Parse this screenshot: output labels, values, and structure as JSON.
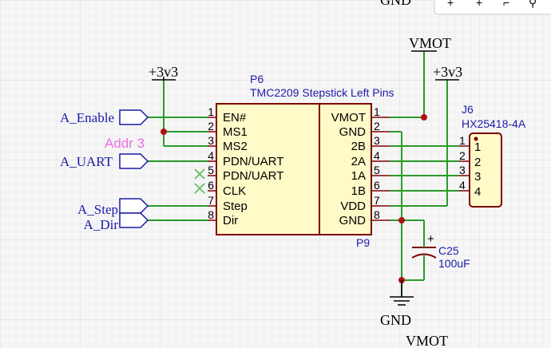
{
  "power": {
    "v3v3_left": "+3v3",
    "v3v3_right": "+3v3",
    "vmot_top": "VMOT",
    "vmot_bottom": "VMOT",
    "gnd_bottom": "GND",
    "gnd_top": "GND"
  },
  "nets": {
    "a_enable": "A_Enable",
    "a_uart": "A_UART",
    "a_step": "A_Step",
    "a_dir": "A_Dir"
  },
  "note": {
    "addr": "Addr 3"
  },
  "u_left": {
    "ref": "P6",
    "value": "TMC2209 Stepstick Left Pins",
    "pins": [
      {
        "num": "1",
        "name": "EN#"
      },
      {
        "num": "2",
        "name": "MS1"
      },
      {
        "num": "3",
        "name": "MS2"
      },
      {
        "num": "4",
        "name": "PDN/UART"
      },
      {
        "num": "5",
        "name": "PDN/UART"
      },
      {
        "num": "6",
        "name": "CLK"
      },
      {
        "num": "7",
        "name": "Step"
      },
      {
        "num": "8",
        "name": "Dir"
      }
    ]
  },
  "u_right": {
    "ref": "P9",
    "pins": [
      {
        "num": "1",
        "name": "VMOT"
      },
      {
        "num": "2",
        "name": "GND"
      },
      {
        "num": "3",
        "name": "2B"
      },
      {
        "num": "4",
        "name": "2A"
      },
      {
        "num": "5",
        "name": "1A"
      },
      {
        "num": "6",
        "name": "1B"
      },
      {
        "num": "7",
        "name": "VDD"
      },
      {
        "num": "8",
        "name": "GND"
      }
    ]
  },
  "connector": {
    "ref": "J6",
    "value": "HX25418-4A",
    "pins": [
      {
        "outer": "1",
        "inner": "1"
      },
      {
        "outer": "2",
        "inner": "2"
      },
      {
        "outer": "3",
        "inner": "3"
      },
      {
        "outer": "4",
        "inner": "4"
      }
    ]
  },
  "capacitor": {
    "ref": "C25",
    "value": "100uF",
    "polarity": "+"
  },
  "colors": {
    "wire": "#2a9a2a",
    "net": "#1a1aa8",
    "body": "#fffbc8",
    "outline": "#800000",
    "note": "#e870e0"
  }
}
